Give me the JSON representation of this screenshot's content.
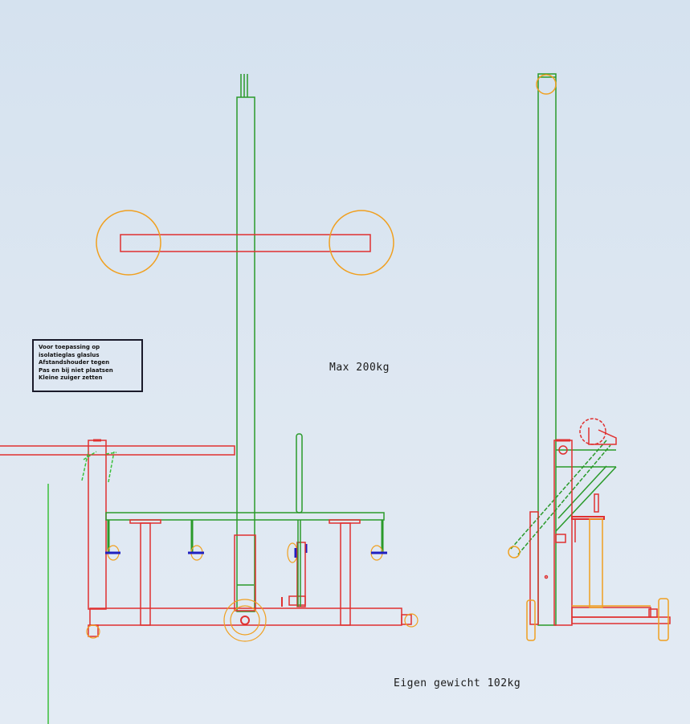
{
  "labels": {
    "max_load": "Max 200kg",
    "own_weight": "Eigen gewicht 102kg"
  },
  "note_lines": [
    "Voor toepassing op",
    "isolatieglas glaslus",
    "Afstandshouder tegen",
    "Pas en bij niet plaatsen",
    "Kleine zuiger zetten"
  ],
  "colors": {
    "frame": "#e03030",
    "mast": "#2a9a2a",
    "wheel": "#f0a020",
    "suction": "#2020c0"
  }
}
